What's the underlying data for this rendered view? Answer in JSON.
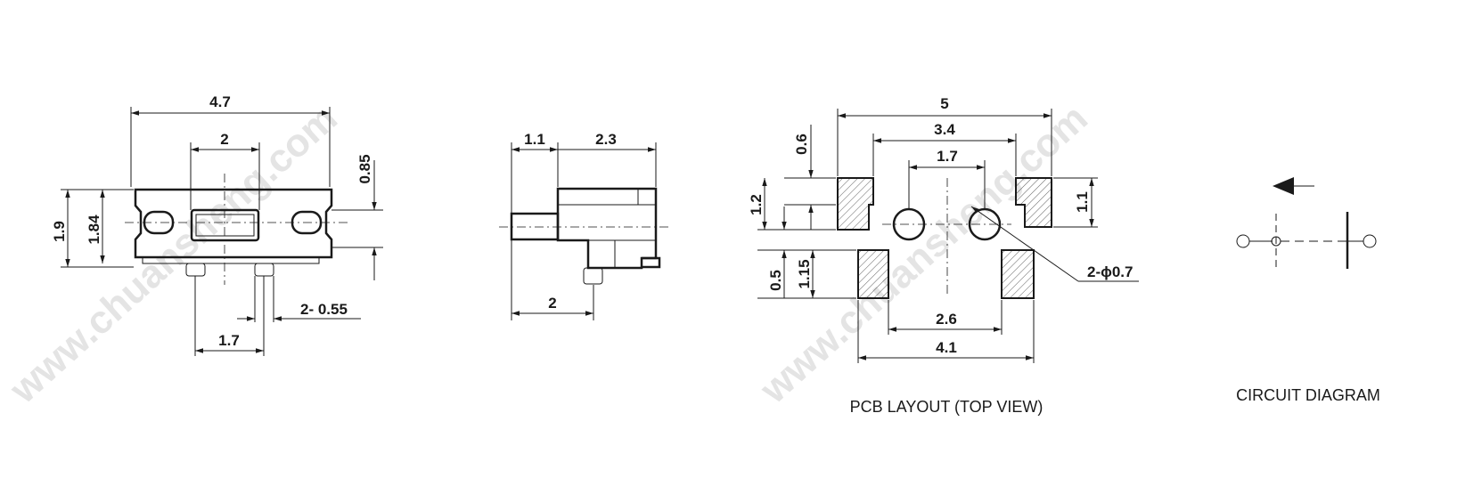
{
  "watermark": "www.chuansheng.com",
  "front_view": {
    "width_overall": "4.7",
    "width_actuator": "2",
    "height_total": "1.9",
    "height_body": "1.84",
    "height_top": "0.85",
    "pitch": "1.7",
    "pin_width": "2-  0.55"
  },
  "side_view": {
    "dim_a": "1.1",
    "dim_b": "2.3",
    "dim_c": "2"
  },
  "pcb_layout": {
    "caption": "PCB LAYOUT (TOP VIEW)",
    "width_outer": "5",
    "width_mid": "3.4",
    "hole_pitch": "1.7",
    "pad_h_left": "0.6",
    "pad_h_total": "1.2",
    "pad_h_right": "1.1",
    "bottom_gap": "0.5",
    "bottom_pad_h": "1.15",
    "hole_dia": "2-ϕ0.7",
    "bottom_inner": "2.6",
    "bottom_outer": "4.1"
  },
  "circuit": {
    "caption": "CIRCUIT DIAGRAM"
  }
}
